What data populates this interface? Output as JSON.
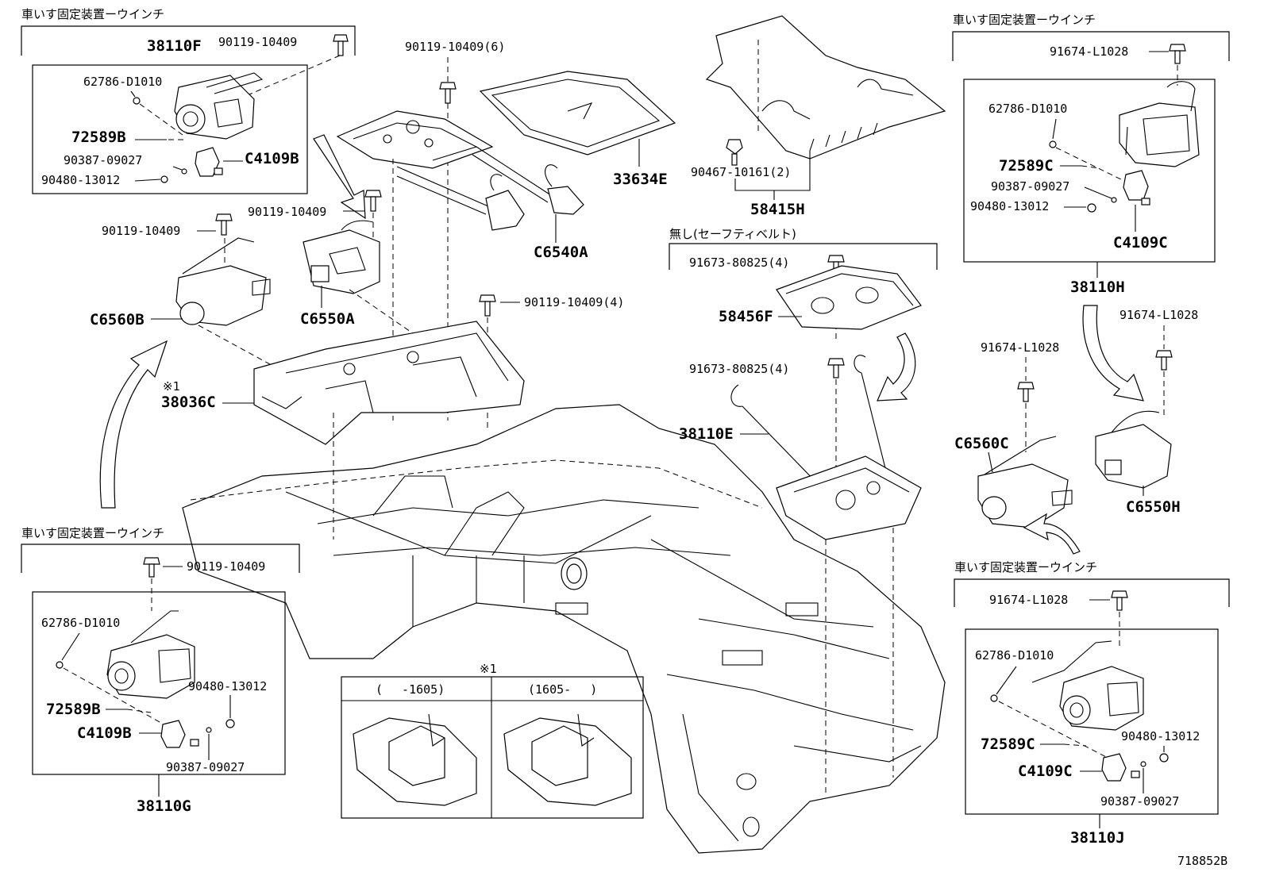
{
  "diagram_id": "718852B",
  "group_headers": {
    "tl": "車いす固定装置ーウインチ",
    "tr": "車いす固定装置ーウインチ",
    "bl": "車いす固定装置ーウインチ",
    "br": "車いす固定装置ーウインチ",
    "seatbelt": "無し(セーフティベルト)"
  },
  "note_marker": "※1",
  "inset": {
    "marker": "※1",
    "left_range": "(　 -1605)",
    "right_range": "(1605-　 )"
  },
  "labels": {
    "tl_38110F": "38110F",
    "tl_90119": "90119-10409",
    "tl_62786": "62786-D1010",
    "tl_72589B": "72589B",
    "tl_90387": "90387-09027",
    "tl_90480": "90480-13012",
    "tl_C4109B": "C4109B",
    "c_90119_6": "90119-10409(6)",
    "c_33634E": "33634E",
    "c_C6540A": "C6540A",
    "c_90119_mid": "90119-10409",
    "c_90119_left": "90119-10409",
    "c_C6560B": "C6560B",
    "c_C6550A": "C6550A",
    "c_90119_4": "90119-10409(4)",
    "c_38036C": "38036C",
    "r_90467": "90467-10161(2)",
    "r_58415H": "58415H",
    "r_91673_top": "91673-80825(4)",
    "r_58456F": "58456F",
    "r_91673_mid": "91673-80825(4)",
    "r_38110E": "38110E",
    "tr_91674": "91674-L1028",
    "tr_62786": "62786-D1010",
    "tr_72589C": "72589C",
    "tr_90387": "90387-09027",
    "tr_90480": "90480-13012",
    "tr_C4109C": "C4109C",
    "tr_38110H": "38110H",
    "rr_91674_a": "91674-L1028",
    "rr_91674_b": "91674-L1028",
    "rr_C6560C": "C6560C",
    "rr_C6550H": "C6550H",
    "bl_90119": "90119-10409",
    "bl_62786": "62786-D1010",
    "bl_90480": "90480-13012",
    "bl_72589B": "72589B",
    "bl_C4109B": "C4109B",
    "bl_90387": "90387-09027",
    "bl_38110G": "38110G",
    "br_91674": "91674-L1028",
    "br_62786": "62786-D1010",
    "br_72589C": "72589C",
    "br_90480": "90480-13012",
    "br_C4109C": "C4109C",
    "br_90387": "90387-09027",
    "br_38110J": "38110J"
  }
}
